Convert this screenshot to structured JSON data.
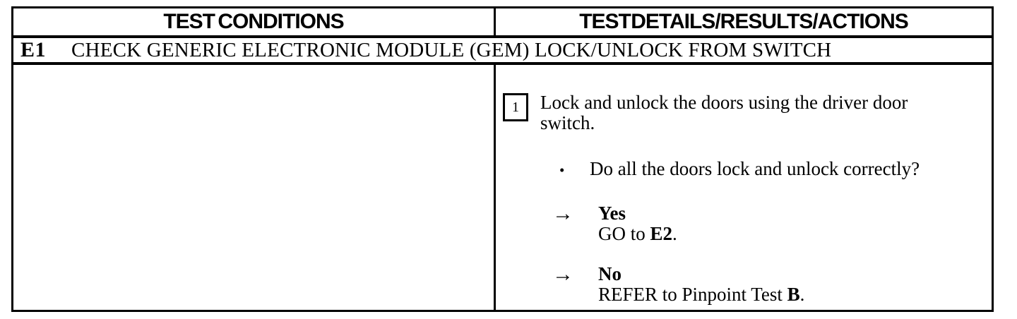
{
  "table": {
    "header": {
      "left": "TEST CONDITIONS",
      "right": "TEST DETAILS/RESULTS/ACTIONS"
    },
    "step_row": {
      "id": "E1",
      "title": "CHECK GENERIC ELECTRONIC MODULE (GEM) LOCK/UNLOCK FROM SWITCH"
    },
    "body": {
      "step_number": "1",
      "step_text": "Lock and unlock the doors using the driver door switch.",
      "bullet_glyph": "•",
      "arrow_glyph": "→",
      "question": "Do all the doors lock and unlock correctly?",
      "yes_result": {
        "answer": "Yes",
        "action_prefix": "GO to ",
        "action_ref": "E2",
        "action_suffix": "."
      },
      "no_result": {
        "answer": "No",
        "action_prefix": "REFER to Pinpoint Test ",
        "action_ref": "B",
        "action_suffix": "."
      }
    }
  },
  "colors": {
    "ink": "#000000",
    "paper": "#ffffff"
  }
}
